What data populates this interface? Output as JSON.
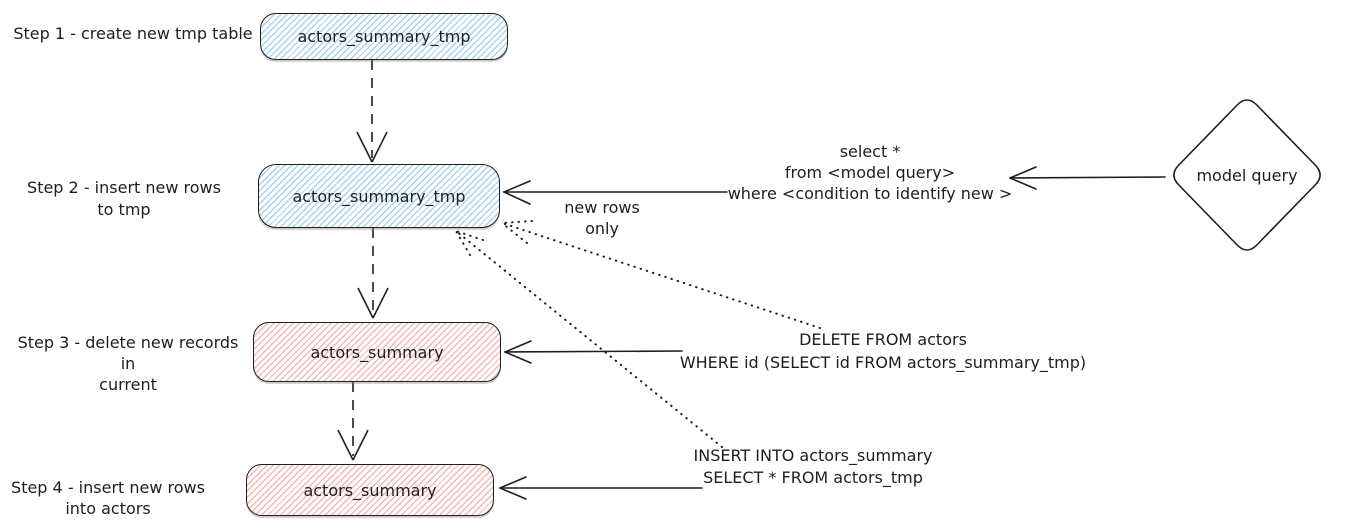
{
  "colors": {
    "stroke": "#1e1e1e",
    "blue_fill": "#a8d2f2",
    "red_fill": "#f5b8b4",
    "background": "#ffffff"
  },
  "steps": [
    {
      "label_lines": [
        "Step 1 - create new tmp table"
      ],
      "table": "actors_summary_tmp",
      "fill": "blue"
    },
    {
      "label_lines": [
        "Step 2 - insert new rows",
        "to tmp"
      ],
      "table": "actors_summary_tmp",
      "fill": "blue"
    },
    {
      "label_lines": [
        "Step 3 - delete new records in",
        "current"
      ],
      "table": "actors_summary",
      "fill": "red"
    },
    {
      "label_lines": [
        "Step 4 - insert new rows",
        "into actors"
      ],
      "table": "actors_summary",
      "fill": "red"
    }
  ],
  "annotations": {
    "select_query_lines": [
      "select *",
      "from <model query>",
      "where <condition to identify new >"
    ],
    "new_rows_only": "new rows only",
    "delete_sql_lines": [
      "DELETE FROM actors",
      "WHERE id (SELECT id FROM actors_summary_tmp)"
    ],
    "insert_sql_lines": [
      "INSERT INTO actors_summary",
      "SELECT * FROM actors_tmp"
    ]
  },
  "shapes": {
    "model_query_label": "model query"
  }
}
